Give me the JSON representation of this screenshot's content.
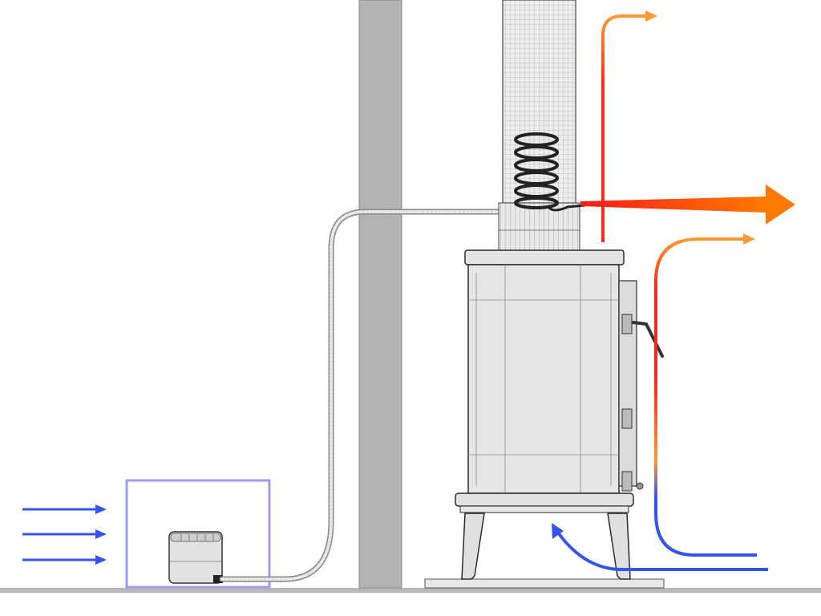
{
  "diagram": {
    "colors": {
      "background": "#ffffff",
      "wall": "#b3b3b3",
      "floor": "#b8b8b8",
      "stove_body": "#e6e6e6",
      "stove_outline": "#2b2b2b",
      "wire_lines": "#8c8c8c",
      "cold_air": "#3355ee",
      "warm_air": "#ff9933",
      "hot_air": "#ff2a1a",
      "heat_output": "#ff6600",
      "pump_box": "#9c9cf0",
      "hose": "#9a9a9a"
    },
    "components": [
      {
        "name": "air-pump",
        "icon": "air-pump-icon"
      },
      {
        "name": "air-hose",
        "icon": "hose-icon"
      },
      {
        "name": "stove-pipe",
        "icon": "chimney-pipe-icon"
      },
      {
        "name": "heat-exchanger-coil",
        "icon": "coil-icon"
      },
      {
        "name": "wood-stove",
        "icon": "stove-icon"
      }
    ],
    "airflows": [
      {
        "name": "intake-air",
        "kind": "cold",
        "count": 3
      },
      {
        "name": "heated-air-output",
        "kind": "hot"
      },
      {
        "name": "pipe-convection",
        "kind": "hot"
      },
      {
        "name": "stove-side-convection",
        "kind": "warming"
      },
      {
        "name": "under-stove-cold-air",
        "kind": "cold"
      }
    ]
  }
}
